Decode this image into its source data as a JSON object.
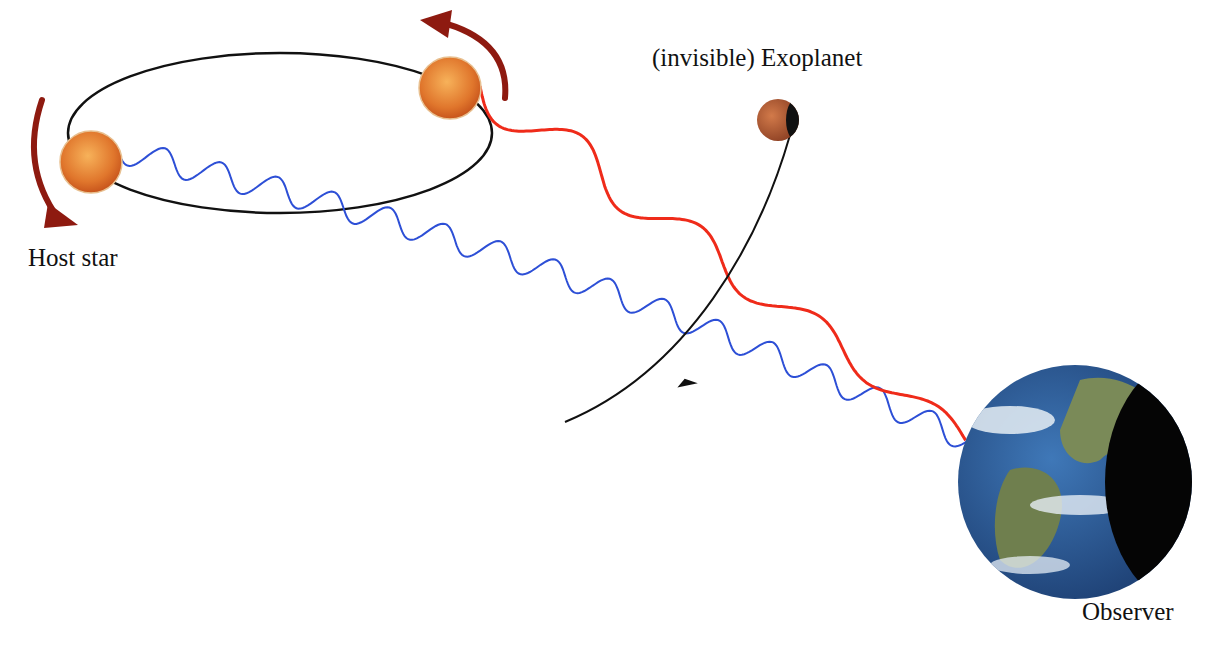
{
  "diagram": {
    "labels": [
      "(invisible) Exoplanet",
      "Host star",
      "Observer"
    ]
  }
}
